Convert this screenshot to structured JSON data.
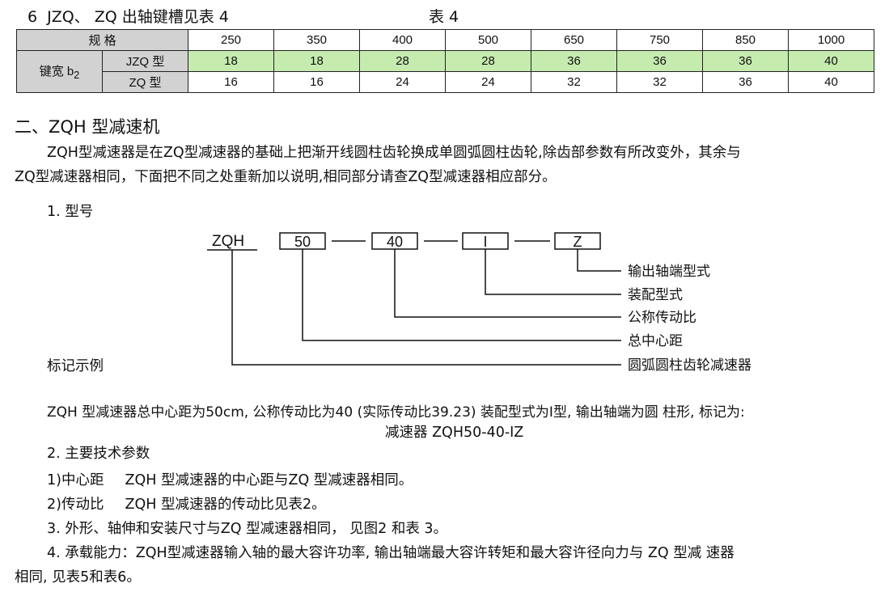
{
  "table_section": {
    "number": "6",
    "title": "JZQ、 ZQ 出轴键槽见表 4",
    "table_no": "表 4"
  },
  "table": {
    "header_label": "规 格",
    "sizes": [
      "250",
      "350",
      "400",
      "500",
      "650",
      "750",
      "850",
      "1000"
    ],
    "key_width_label": "键宽 b",
    "key_width_sub": "2",
    "rows": [
      {
        "label": "JZQ 型",
        "values": [
          "18",
          "18",
          "28",
          "28",
          "36",
          "36",
          "36",
          "40"
        ]
      },
      {
        "label": "ZQ 型",
        "values": [
          "16",
          "16",
          "24",
          "24",
          "32",
          "32",
          "36",
          "40"
        ]
      }
    ],
    "highlight_color": "#c5ebaf",
    "header_color": "#d2d2d2"
  },
  "section2": {
    "title": "二、ZQH 型减速机",
    "intro_line1": "ZQH型减速器是在ZQ型减速器的基础上把渐开线圆柱齿轮换成单圆弧圆柱齿轮,除齿部参数有所改变外，其余与",
    "intro_line2": "ZQ型减速器相同，下面把不同之处重新加以说明,相同部分请查ZQ型减速器相应部分。",
    "model_heading": "1. 型号"
  },
  "model_diagram": {
    "prefix": "ZQH",
    "boxes": [
      "50",
      "40",
      "I",
      "Z"
    ],
    "labels": [
      "输出轴端型式",
      "装配型式",
      "公称传动比",
      "总中心距",
      "圆弧圆柱齿轮减速器"
    ]
  },
  "example": {
    "heading": "标记示例",
    "line1": "ZQH 型减速器总中心距为50cm, 公称传动比为40 (实际传动比39.23) 装配型式为I型, 输出轴端为圆 柱形, 标记为:",
    "line2": "减速器 ZQH50-40-IZ"
  },
  "tech": {
    "heading": "2. 主要技术参数",
    "item1_label": "1)中心距",
    "item1_text": "ZQH 型减速器的中心距与ZQ 型减速器相同。",
    "item2_label": "2)传动比",
    "item2_text": "ZQH 型减速器的传动比见表2。",
    "item3": "3. 外形、轴伸和安装尺寸与ZQ 型减速器相同， 见图2 和表 3。",
    "item4_line1": "4. 承载能力：ZQH型减速器输入轴的最大容许功率, 输出轴端最大容许转矩和最大容许径向力与 ZQ 型减 速器",
    "item4_line2": "相同, 见表5和表6。"
  }
}
